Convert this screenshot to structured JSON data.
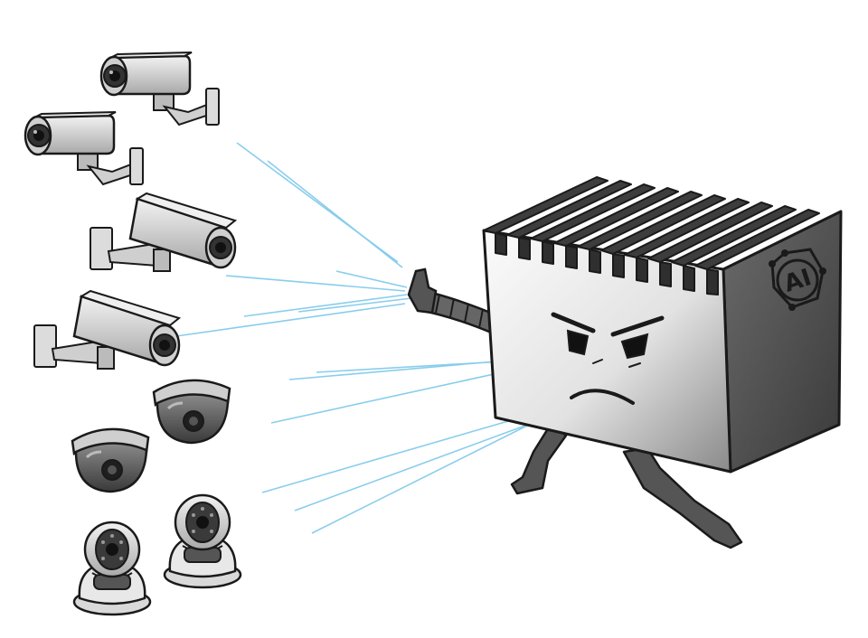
{
  "illustration": {
    "chip_label": "AI",
    "colors": {
      "background": "#ffffff",
      "outline": "#1a1a1a",
      "chip_face_light": "#f4f4f4",
      "chip_face_dark": "#7a7a7a",
      "chip_side": "#4a4a4a",
      "fins": "#3d3d3d",
      "limbs": "#555555",
      "camera_body": "#d9d9d9",
      "camera_dark": "#555555",
      "lens": "#2a2a2a",
      "beam": "#7cc8ea"
    },
    "cameras": [
      {
        "kind": "bullet-camera"
      },
      {
        "kind": "bullet-camera"
      },
      {
        "kind": "bullet-camera"
      },
      {
        "kind": "bullet-camera"
      },
      {
        "kind": "dome-camera"
      },
      {
        "kind": "dome-camera"
      },
      {
        "kind": "pan-tilt-camera"
      },
      {
        "kind": "pan-tilt-camera"
      }
    ]
  }
}
